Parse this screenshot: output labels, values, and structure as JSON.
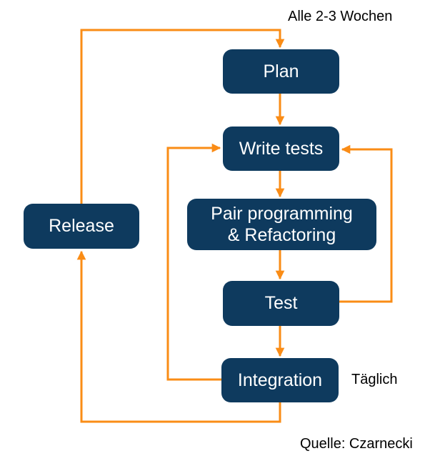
{
  "colors": {
    "background": "#FFFFFF",
    "node_fill": "#0E3A5E",
    "node_text": "#FFFFFF",
    "arrow": "#FA8C16",
    "label_text": "#000000"
  },
  "labels": {
    "cycle_period": "Alle 2-3 Wochen",
    "daily": "Täglich",
    "source": "Quelle: Czarnecki"
  },
  "nodes": {
    "plan": {
      "label": "Plan"
    },
    "write_tests": {
      "label": "Write tests"
    },
    "pair_programming": {
      "line1": "Pair programming",
      "line2": "& Refactoring"
    },
    "test": {
      "label": "Test"
    },
    "integration": {
      "label": "Integration"
    },
    "release": {
      "label": "Release"
    }
  },
  "edges": [
    {
      "from": "release",
      "to": "plan",
      "note": "Alle 2-3 Wochen"
    },
    {
      "from": "plan",
      "to": "write_tests"
    },
    {
      "from": "write_tests",
      "to": "pair_programming"
    },
    {
      "from": "pair_programming",
      "to": "test"
    },
    {
      "from": "test",
      "to": "integration"
    },
    {
      "from": "test",
      "to": "write_tests"
    },
    {
      "from": "integration",
      "to": "write_tests",
      "note": "Täglich"
    },
    {
      "from": "integration",
      "to": "release"
    }
  ]
}
